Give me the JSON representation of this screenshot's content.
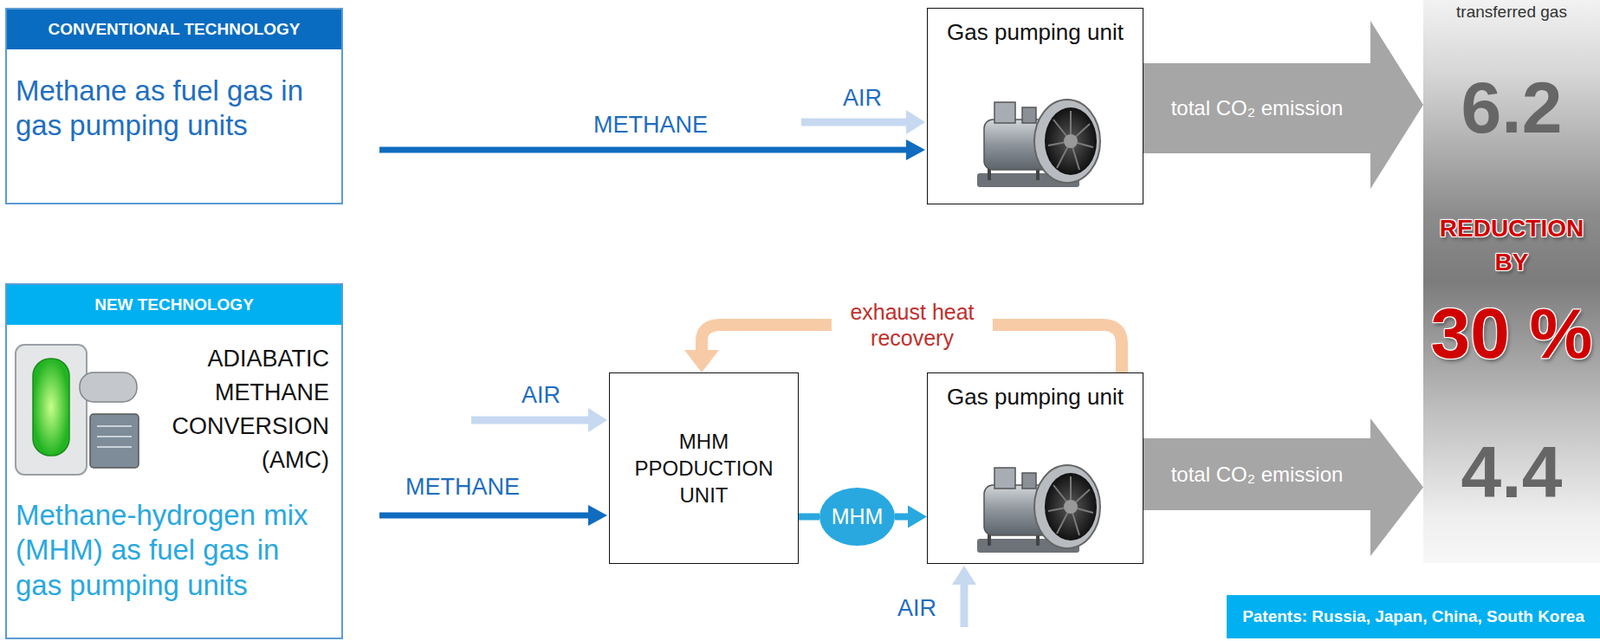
{
  "diagram": {
    "nodes": [
      {
        "text": [
          "CONVENTIONAL TECHNOLOGY",
          "Methane as fuel gas in gas pumping units"
        ]
      },
      {
        "text": [
          "Gas pumping unit"
        ]
      },
      {
        "text": [
          "total CO₂ emission"
        ]
      },
      {
        "text": [
          "transferred gas",
          "6.2",
          "REDUCTION BY",
          "30 %",
          "4.4"
        ]
      },
      {
        "text": [
          "NEW TECHNOLOGY",
          "ADIABATIC METHANE CONVERSION (AMC)",
          "Methane-hydrogen mix (MHM) as fuel gas in gas pumping units"
        ]
      },
      {
        "text": [
          "MHM PPODUCTION UNIT"
        ]
      },
      {
        "text": [
          "MHM"
        ]
      },
      {
        "text": [
          "Gas pumping unit"
        ]
      },
      {
        "text": [
          "total CO₂ emission"
        ]
      },
      {
        "text": [
          "Patents: Russia, Japan, China, South Korea"
        ]
      }
    ],
    "edges": [
      {
        "from": 5,
        "to": 6,
        "arrow": "none"
      },
      {
        "from": 6,
        "to": 7,
        "arrow": "to"
      },
      {
        "from": 7,
        "to": 5,
        "arrow": "to",
        "label": "exhaust heat recovery"
      }
    ],
    "labels": [
      "AIR",
      "METHANE",
      "AIR",
      "METHANE",
      "AIR"
    ]
  }
}
